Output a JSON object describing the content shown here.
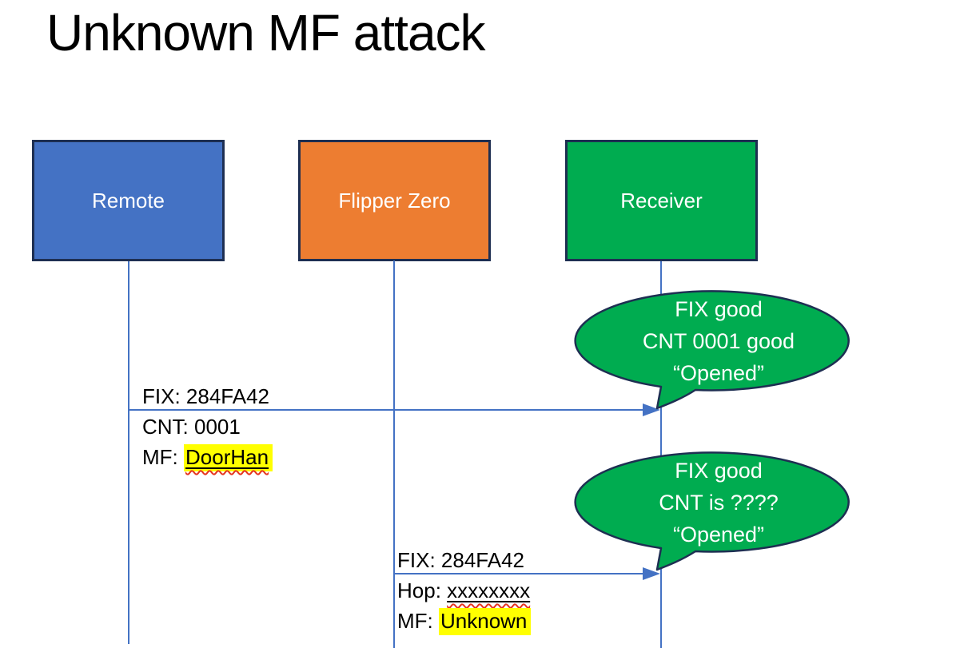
{
  "title": "Unknown MF attack",
  "colors": {
    "actor_remote": "#4472C4",
    "actor_flipper": "#ED7D31",
    "actor_receiver": "#00AC50",
    "callout_fill": "#00AC50",
    "shape_border": "#1E2F52",
    "connector": "#4472C4",
    "highlight": "#FFFF00",
    "squiggle": "#E5341F",
    "callout_text": "#FFFFFF"
  },
  "actors": [
    {
      "label": "Remote"
    },
    {
      "label": "Flipper Zero"
    },
    {
      "label": "Receiver"
    }
  ],
  "messages": [
    {
      "from": "Remote",
      "to": "Receiver",
      "lines": [
        {
          "text": "FIX: 284FA42"
        },
        {
          "text": "CNT: 0001"
        },
        {
          "prefix": "MF: ",
          "value": "DoorHan",
          "style": "highlight+underline+squiggle"
        }
      ]
    },
    {
      "from": "Flipper Zero",
      "to": "Receiver",
      "lines": [
        {
          "text": "FIX: 284FA42"
        },
        {
          "prefix": "Hop: ",
          "value": "xxxxxxxx",
          "style": "underline+squiggle"
        },
        {
          "prefix": "MF: ",
          "value": "Unknown",
          "style": "highlight"
        }
      ]
    }
  ],
  "callouts": [
    {
      "lines": [
        "FIX good",
        "CNT 0001 good",
        "“Opened”"
      ]
    },
    {
      "lines": [
        "FIX good",
        "CNT is ????",
        "“Opened”"
      ]
    }
  ]
}
